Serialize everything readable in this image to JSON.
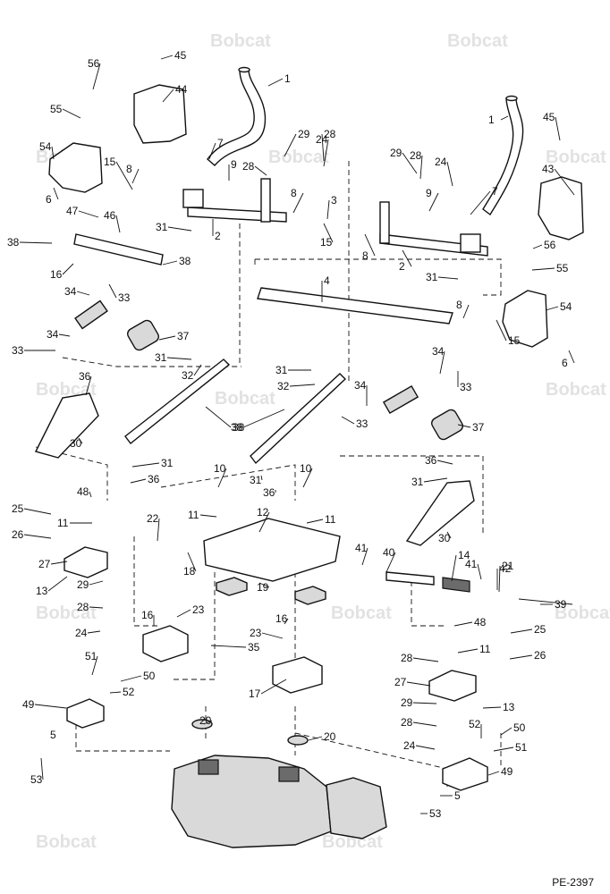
{
  "drawing": {
    "reference": "PE-2397",
    "watermark": "Bobcat",
    "callouts": [
      "1",
      "2",
      "3",
      "4",
      "5",
      "6",
      "7",
      "8",
      "9",
      "10",
      "11",
      "12",
      "13",
      "14",
      "15",
      "16",
      "17",
      "18",
      "19",
      "20",
      "21",
      "22",
      "23",
      "24",
      "25",
      "26",
      "27",
      "28",
      "29",
      "30",
      "31",
      "32",
      "33",
      "34",
      "35",
      "36",
      "37",
      "38",
      "39",
      "40",
      "41",
      "42",
      "43",
      "44",
      "45",
      "46",
      "47",
      "48",
      "49",
      "50",
      "51",
      "52",
      "53",
      "54",
      "55",
      "56"
    ]
  }
}
